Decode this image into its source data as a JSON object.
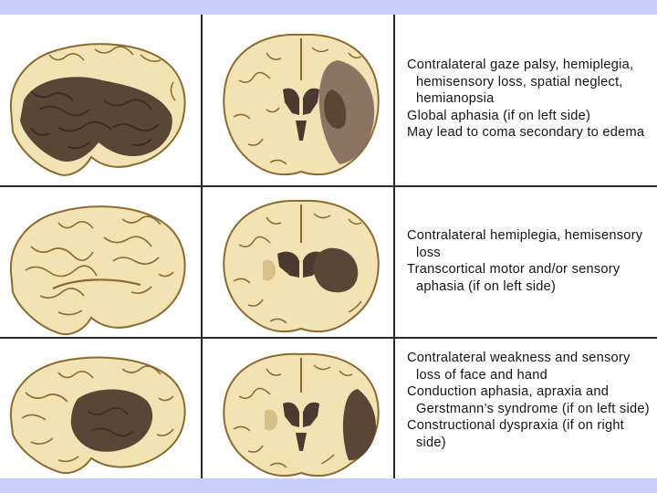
{
  "colors": {
    "background": "#c8cdfa",
    "tissue": "#f3e3b4",
    "gyri_line": "#8a6a2e",
    "infarct": "#5b4636",
    "infarct_light": "#8d7362",
    "ventricle": "#4a3a30",
    "grid_line": "#2a2a2a"
  },
  "rows": [
    {
      "lateral_icon": "brain-lateral-large-mca-infarct-icon",
      "coronal_icon": "brain-coronal-large-lateral-infarct-icon",
      "lines": [
        "Contralateral gaze palsy, hemiplegia, hemisensory loss, spatial neglect, hemianopsia",
        "Global aphasia (if on left side)",
        "May lead to coma secondary to edema"
      ]
    },
    {
      "lateral_icon": "brain-lateral-no-surface-infarct-icon",
      "coronal_icon": "brain-coronal-deep-infarct-icon",
      "lines": [
        "Contralateral hemiplegia, hemisensory loss",
        "Transcortical motor and/or sensory aphasia (if on left side)"
      ]
    },
    {
      "lateral_icon": "brain-lateral-parietotemporal-infarct-icon",
      "coronal_icon": "brain-coronal-cortical-infarct-icon",
      "lines": [
        "Contralateral weakness and sensory loss of face and hand",
        "Conduction aphasia, apraxia and Gerstmann’s syndrome (if on left side)",
        "Constructional dyspraxia (if on right side)"
      ]
    }
  ]
}
